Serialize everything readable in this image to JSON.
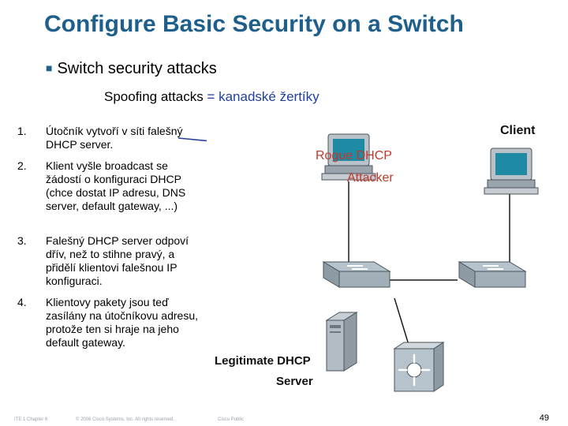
{
  "slide": {
    "title": "Configure Basic Security on a Switch",
    "bullet": "Switch security attacks",
    "subline_prefix": "Spoofing attacks",
    "subline_eq": " = ",
    "subline_highlight": "kanadské žertíky"
  },
  "steps": [
    {
      "num": "1.",
      "text": "Útočník vytvoří v síti falešný DHCP server."
    },
    {
      "num": "2.",
      "text": "Klient vyšle broadcast se žádostí o konfiguraci DHCP (chce dostat IP adresu, DNS server, default gateway, ...)"
    },
    {
      "num": "3.",
      "text": "Falešný DHCP server odpoví dřív, než to stihne pravý, a přidělí klientovi falešnou IP konfiguraci."
    },
    {
      "num": "4.",
      "text": "Klientovy pakety jsou teď zasílány na útočníkovu adresu, protože ten si hraje na jeho default gateway."
    }
  ],
  "diagram": {
    "client_label": "Client",
    "rogue_label": "Rogue DHCP",
    "attacker_label": "Attacker",
    "legit_label_1": "Legitimate DHCP",
    "legit_label_2": "Server",
    "rogue_color": "#c0392b",
    "accent": "#2a3f9f"
  },
  "footer": {
    "left": "ITE 1 Chapter 6",
    "middle": "© 2006 Cisco Systems, Inc. All rights reserved.",
    "right": "Cisco Public",
    "page": "49"
  }
}
